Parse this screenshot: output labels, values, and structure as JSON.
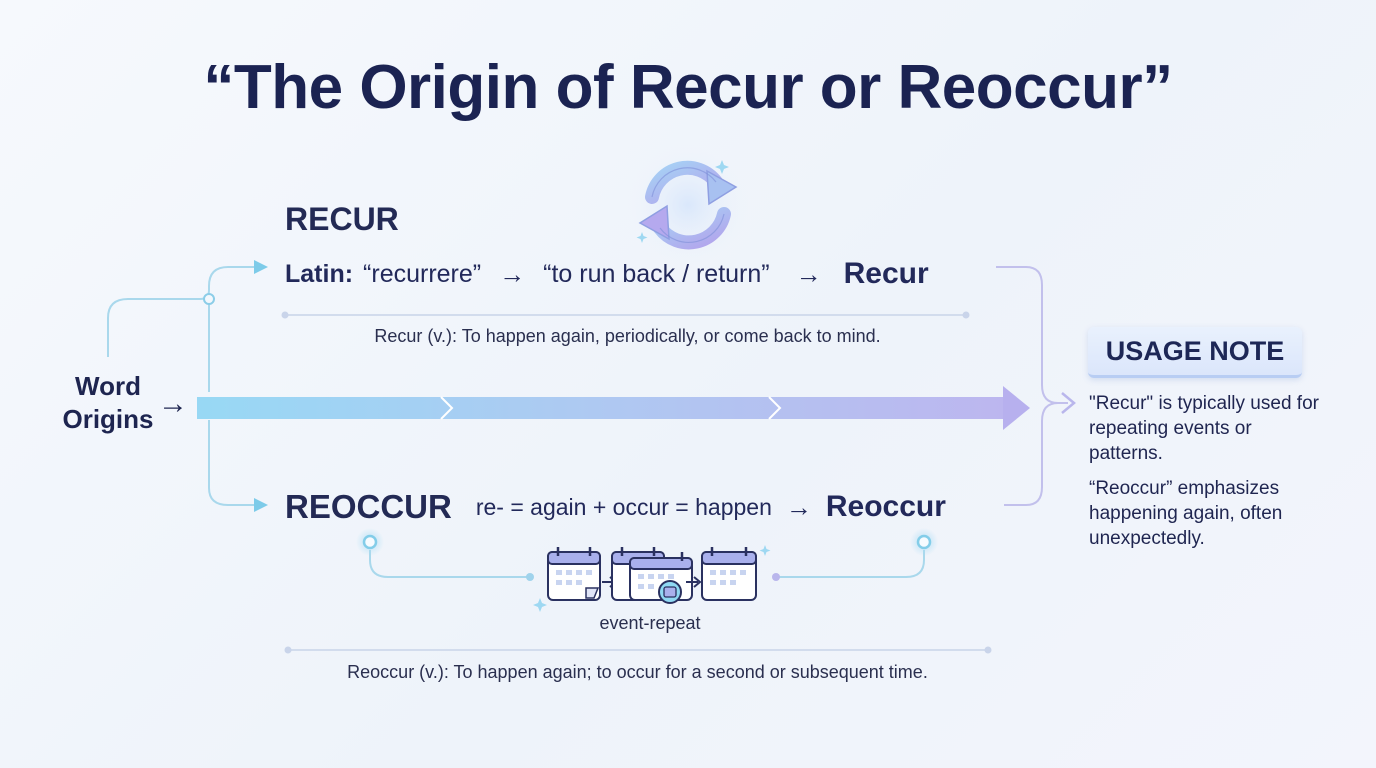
{
  "title": "“The Origin of Recur or Reoccur”",
  "root": {
    "label_line1": "Word",
    "label_line2": "Origins",
    "arrow": "→"
  },
  "recur": {
    "heading": "RECUR",
    "latin_label": "Latin:",
    "latin_word": "“recurrere”",
    "meaning": "“to run back / return”",
    "arrow": "→",
    "result": "Recur",
    "definition": "Recur (v.): To happen again, periodically, or come back to mind.",
    "icon": "cycle-arrows-icon"
  },
  "reoccur": {
    "heading": "REOCCUR",
    "formula": "re- = again + occur = happen",
    "arrow": "→",
    "result": "Reoccur",
    "icon_label": "event-repeat",
    "definition": "Reoccur (v.): To happen again; to occur for a second or subsequent time.",
    "icon": "calendar-repeat-icon"
  },
  "usage_note": {
    "title": "USAGE NOTE",
    "line1": "\"Recur\" is typically used for repeating events or patterns.",
    "line2": "“Reoccur” emphasizes happening again, often unexpectedly."
  },
  "colors": {
    "navy": "#1b2352",
    "connector": "#a9d8ec",
    "band_start": "#8fd6f3",
    "band_end": "#b6b2ee",
    "cycle_blue": "#9fc4f0",
    "cycle_purple": "#b0a6ec"
  }
}
